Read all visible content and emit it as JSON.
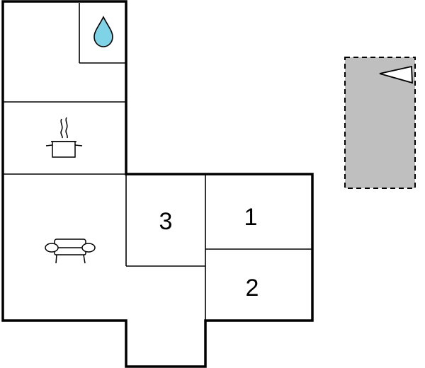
{
  "floorplan": {
    "rooms": [
      {
        "id": "bathroom",
        "icon": "water-drop-icon"
      },
      {
        "id": "kitchen",
        "icon": "cooking-pot-icon"
      },
      {
        "id": "living-room",
        "icon": "sofa-icon"
      },
      {
        "id": "bedroom-3",
        "label": "3"
      },
      {
        "id": "bedroom-1",
        "label": "1"
      },
      {
        "id": "bedroom-2",
        "label": "2"
      }
    ],
    "terrace": {
      "icon": "triangle-marker-icon",
      "style": "dashed",
      "fill": "#bfbfbf"
    }
  },
  "colors": {
    "wall": "#000000",
    "terrace_fill": "#bfbfbf",
    "water": "#7fd3e6"
  }
}
